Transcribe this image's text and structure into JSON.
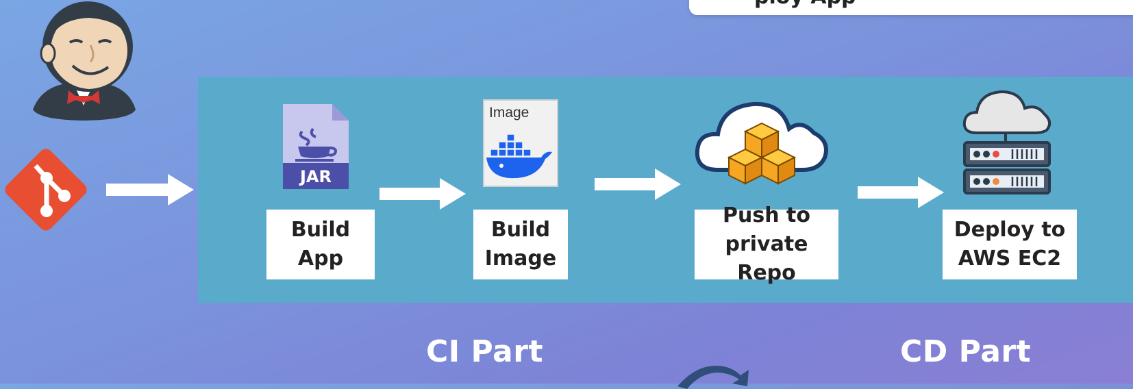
{
  "top_card": {
    "text": "ploy App"
  },
  "steps": [
    {
      "label": "Build\nApp",
      "icon": "jar-file-icon",
      "icon_text": "JAR"
    },
    {
      "label": "Build\nImage",
      "icon": "docker-image-icon",
      "icon_text": "Image"
    },
    {
      "label": "Push to\nprivate Repo",
      "icon": "cloud-repository-icon"
    },
    {
      "label": "Deploy to\nAWS EC2",
      "icon": "cloud-server-icon"
    }
  ],
  "sections": {
    "ci": "CI Part",
    "cd": "CD Part"
  },
  "logos": [
    "jenkins-logo",
    "git-logo"
  ],
  "colors": {
    "panel": "#5aaacc",
    "jar": "#4b4fa8",
    "cloud_outline": "#1d3c6e",
    "box": "#f5a623"
  }
}
